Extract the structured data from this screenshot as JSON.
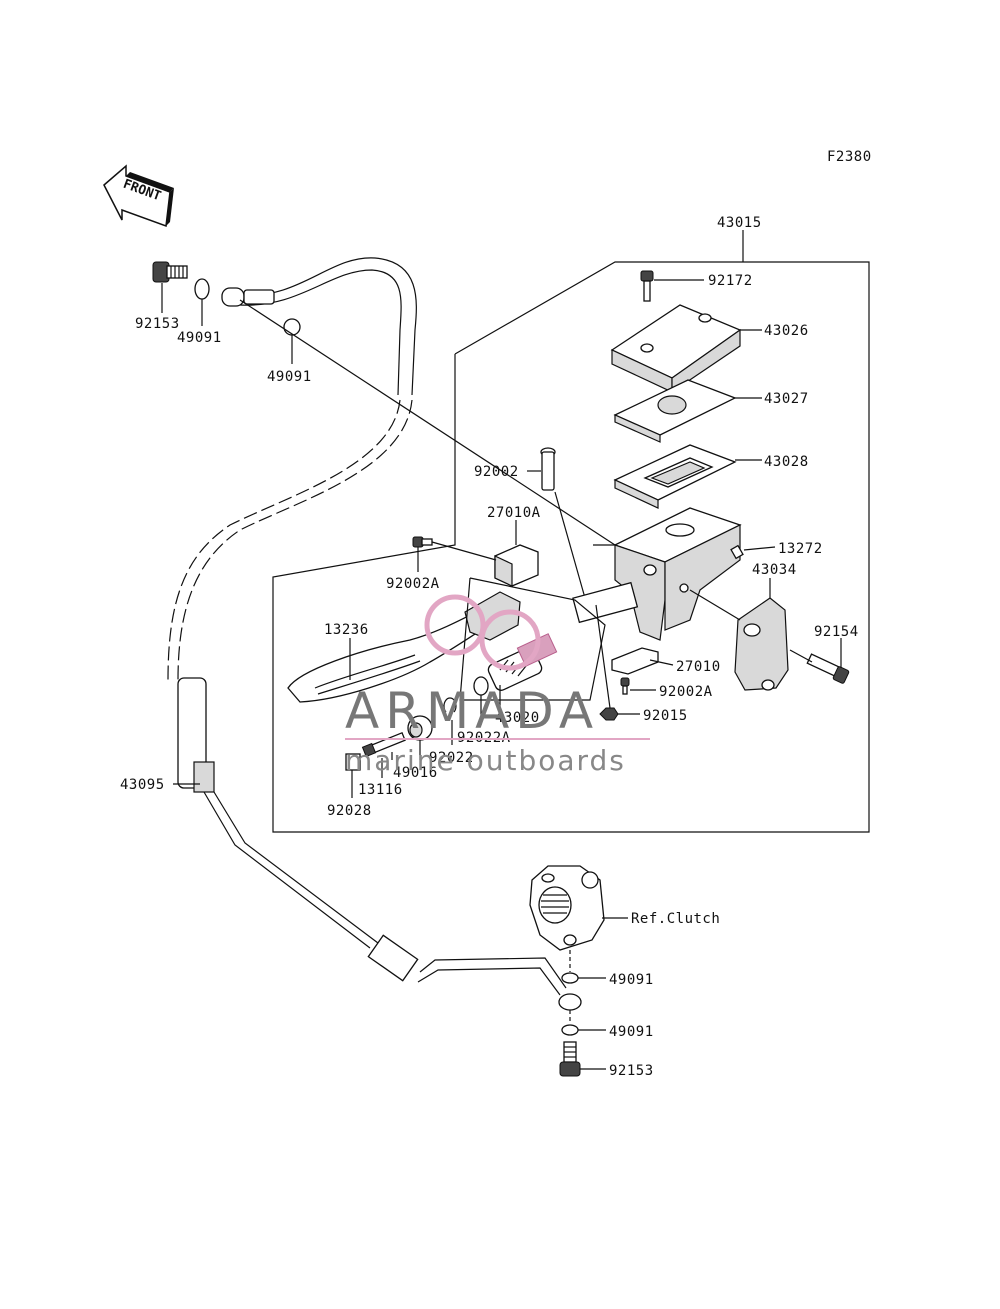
{
  "figure_code": "F2380",
  "front_label": "FRONT",
  "watermark": {
    "brand": "ARMADA",
    "tagline": "marine outboards"
  },
  "labels": {
    "p43015": "43015",
    "p92172": "92172",
    "p43026": "43026",
    "p43027": "43027",
    "p43028": "43028",
    "p92002": "92002",
    "p27010A": "27010A",
    "p92002A_top": "92002A",
    "p13272": "13272",
    "p43034": "43034",
    "p92154": "92154",
    "p13236": "13236",
    "p27010": "27010",
    "p92002A_bot": "92002A",
    "p43020": "43020",
    "p92015": "92015",
    "p92022A": "92022A",
    "p92022": "92022",
    "p49016": "49016",
    "p13116": "13116",
    "p92028": "92028",
    "p43095": "43095",
    "p92153_top": "92153",
    "p49091_top_a": "49091",
    "p49091_top_b": "49091",
    "ref_clutch": "Ref.Clutch",
    "p49091_bot_a": "49091",
    "p49091_bot_b": "49091",
    "p92153_bot": "92153"
  }
}
